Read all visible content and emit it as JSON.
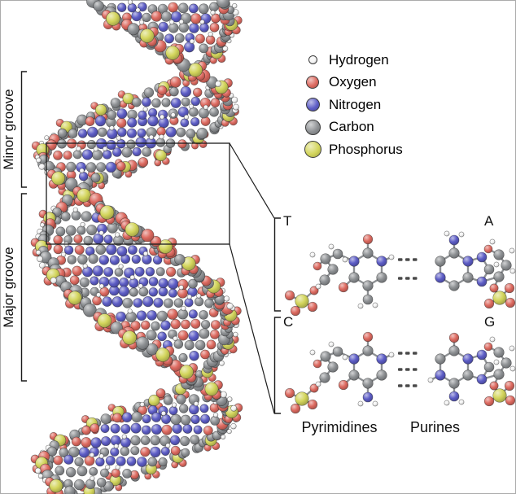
{
  "figure": {
    "groove_labels": {
      "minor": "Minor groove",
      "major": "Major groove"
    },
    "legend": {
      "items": [
        {
          "name": "hydrogen",
          "label": "Hydrogen",
          "color": "#f4f4f4",
          "diameter": 9
        },
        {
          "name": "oxygen",
          "label": "Oxygen",
          "color": "#dd6a60",
          "diameter": 14
        },
        {
          "name": "nitrogen",
          "label": "Nitrogen",
          "color": "#5d5dc6",
          "diameter": 15
        },
        {
          "name": "carbon",
          "label": "Carbon",
          "color": "#8e9194",
          "diameter": 17
        },
        {
          "name": "phosphorus",
          "label": "Phosphorus",
          "color": "#d3d55c",
          "diameter": 19
        }
      ]
    },
    "base_pairs": [
      {
        "pyrimidine": "T",
        "purine": "A"
      },
      {
        "pyrimidine": "C",
        "purine": "G"
      }
    ],
    "category_labels": {
      "pyrimidines": "Pyrimidines",
      "purines": "Purines"
    }
  }
}
